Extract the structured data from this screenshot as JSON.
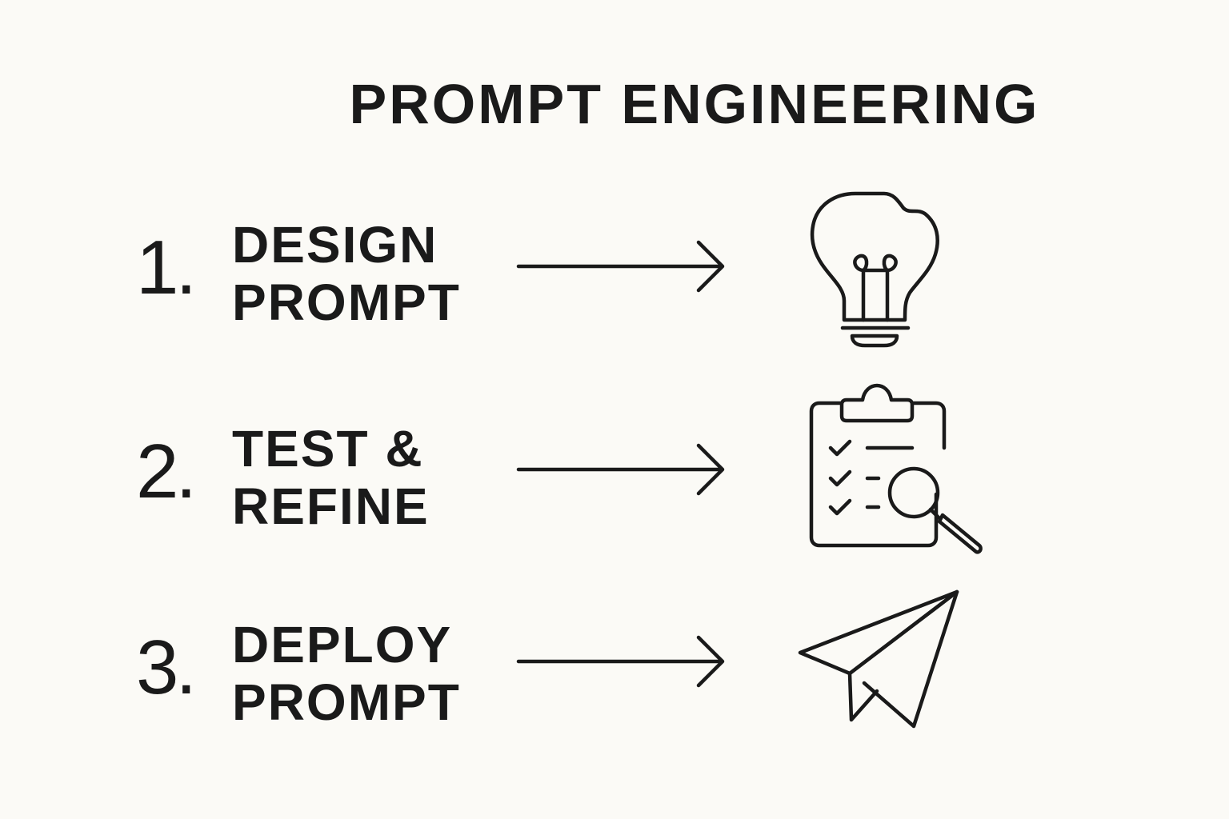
{
  "title": "PROMPT ENGINEERING",
  "steps": [
    {
      "number": "1.",
      "line1": "DESIGN",
      "line2": "PROMPT",
      "icon": "lightbulb-icon"
    },
    {
      "number": "2.",
      "line1": "TEST &",
      "line2": "REFINE",
      "icon": "clipboard-checklist-magnifier-icon"
    },
    {
      "number": "3.",
      "line1": "DEPLOY",
      "line2": "PROMPT",
      "icon": "paper-plane-icon"
    }
  ],
  "colors": {
    "background": "#fbfaf6",
    "ink": "#1a1a1a"
  }
}
